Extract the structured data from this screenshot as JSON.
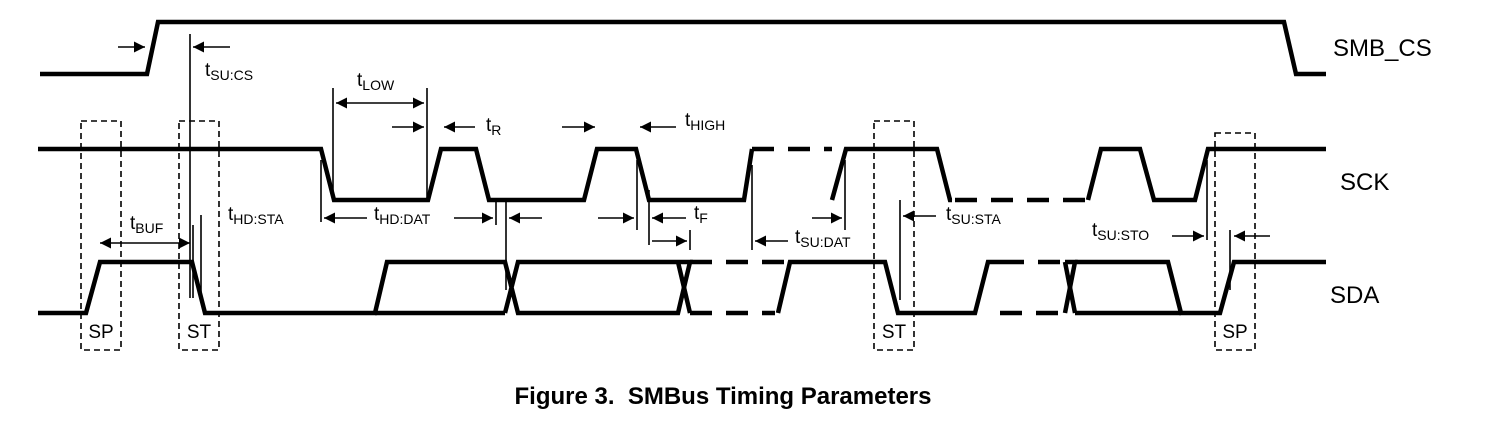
{
  "signals": {
    "cs": "SMB_CS",
    "sck": "SCK",
    "sda": "SDA"
  },
  "timing": {
    "tsu_cs": {
      "main": "t",
      "sub": "SU:CS"
    },
    "tlow": {
      "main": "t",
      "sub": "LOW"
    },
    "tr": {
      "main": "t",
      "sub": "R"
    },
    "thigh": {
      "main": "t",
      "sub": "HIGH"
    },
    "tbuf": {
      "main": "t",
      "sub": "BUF"
    },
    "thd_sta": {
      "main": "t",
      "sub": "HD:STA"
    },
    "thd_dat": {
      "main": "t",
      "sub": "HD:DAT"
    },
    "tf": {
      "main": "t",
      "sub": "F"
    },
    "tsu_dat": {
      "main": "t",
      "sub": "SU:DAT"
    },
    "tsu_sta": {
      "main": "t",
      "sub": "SU:STA"
    },
    "tsu_sto": {
      "main": "t",
      "sub": "SU:STO"
    }
  },
  "markers": {
    "sp_left": "SP",
    "st_left": "ST",
    "st_right": "ST",
    "sp_right": "SP"
  },
  "caption": "Figure 3.  SMBus Timing Parameters"
}
